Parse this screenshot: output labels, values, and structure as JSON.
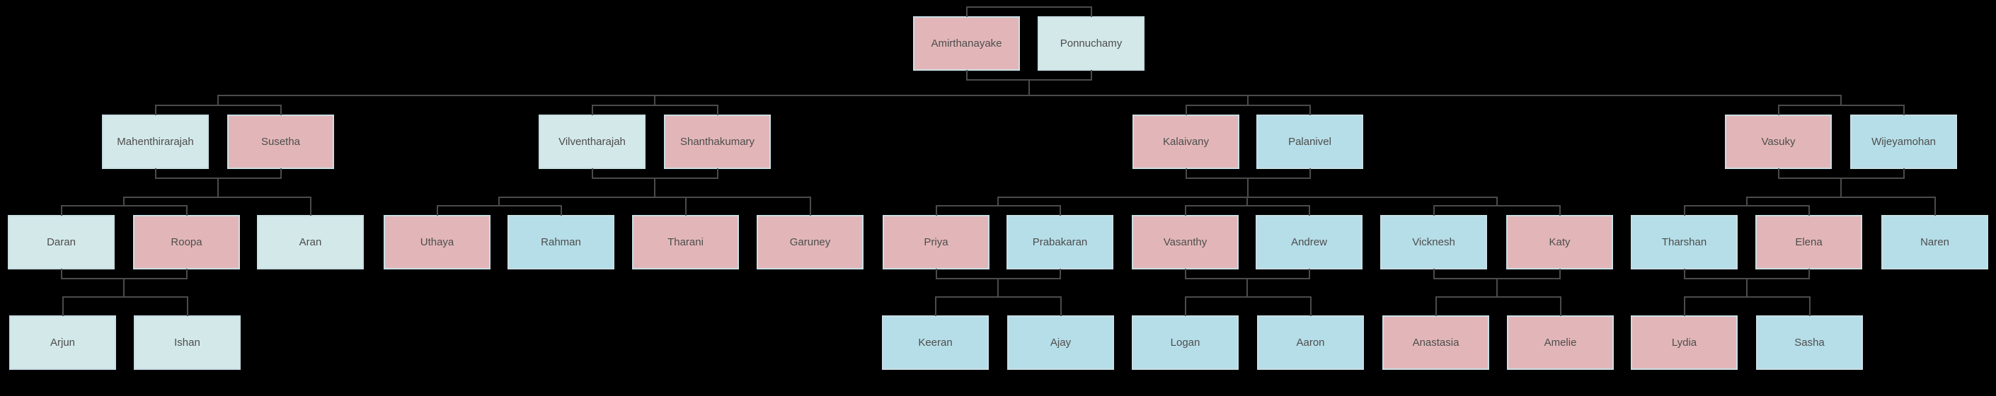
{
  "diagram": {
    "kind": "family-tree",
    "background": "#000000",
    "line_color": "#4b4b4b",
    "node_border_color": "#c9dee4",
    "node_text_color": "#4d4d4d",
    "node_colors": {
      "pink": "#e2b6b8",
      "blue": "#b6dee8",
      "pale_teal": "#d3e8e9"
    },
    "people": [
      {
        "id": "amirthanayake",
        "label": "Amirthanayake",
        "color": "pink"
      },
      {
        "id": "ponnuchamy",
        "label": "Ponnuchamy",
        "color": "pale_teal"
      },
      {
        "id": "mahenthirarajah",
        "label": "Mahenthirarajah",
        "color": "pale_teal"
      },
      {
        "id": "susetha",
        "label": "Susetha",
        "color": "pink"
      },
      {
        "id": "vilventharajah",
        "label": "Vilventharajah",
        "color": "pale_teal"
      },
      {
        "id": "shanthakumary",
        "label": "Shanthakumary",
        "color": "pink"
      },
      {
        "id": "kalaivany",
        "label": "Kalaivany",
        "color": "pink"
      },
      {
        "id": "palanivel",
        "label": "Palanivel",
        "color": "blue"
      },
      {
        "id": "vasuky",
        "label": "Vasuky",
        "color": "pink"
      },
      {
        "id": "wijeyamohan",
        "label": "Wijeyamohan",
        "color": "blue"
      },
      {
        "id": "daran",
        "label": "Daran",
        "color": "pale_teal"
      },
      {
        "id": "roopa",
        "label": "Roopa",
        "color": "pink"
      },
      {
        "id": "aran",
        "label": "Aran",
        "color": "pale_teal"
      },
      {
        "id": "uthaya",
        "label": "Uthaya",
        "color": "pink"
      },
      {
        "id": "rahman",
        "label": "Rahman",
        "color": "blue"
      },
      {
        "id": "tharani",
        "label": "Tharani",
        "color": "pink"
      },
      {
        "id": "garuney",
        "label": "Garuney",
        "color": "pink"
      },
      {
        "id": "priya",
        "label": "Priya",
        "color": "pink"
      },
      {
        "id": "prabakaran",
        "label": "Prabakaran",
        "color": "blue"
      },
      {
        "id": "vasanthy",
        "label": "Vasanthy",
        "color": "pink"
      },
      {
        "id": "andrew",
        "label": "Andrew",
        "color": "blue"
      },
      {
        "id": "vicknesh",
        "label": "Vicknesh",
        "color": "blue"
      },
      {
        "id": "katy",
        "label": "Katy",
        "color": "pink"
      },
      {
        "id": "tharshan",
        "label": "Tharshan",
        "color": "blue"
      },
      {
        "id": "elena",
        "label": "Elena",
        "color": "pink"
      },
      {
        "id": "naren",
        "label": "Naren",
        "color": "blue"
      },
      {
        "id": "arjun",
        "label": "Arjun",
        "color": "pale_teal"
      },
      {
        "id": "ishan",
        "label": "Ishan",
        "color": "pale_teal"
      },
      {
        "id": "keeran",
        "label": "Keeran",
        "color": "blue"
      },
      {
        "id": "ajay",
        "label": "Ajay",
        "color": "blue"
      },
      {
        "id": "logan",
        "label": "Logan",
        "color": "blue"
      },
      {
        "id": "aaron",
        "label": "Aaron",
        "color": "blue"
      },
      {
        "id": "anastasia",
        "label": "Anastasia",
        "color": "pink"
      },
      {
        "id": "amelie",
        "label": "Amelie",
        "color": "pink"
      },
      {
        "id": "lydia",
        "label": "Lydia",
        "color": "pink"
      },
      {
        "id": "sasha",
        "label": "Sasha",
        "color": "blue"
      }
    ],
    "unions": [
      {
        "id": "u_root",
        "partners": [
          "amirthanayake",
          "ponnuchamy"
        ]
      },
      {
        "id": "u_mahen",
        "partners": [
          "mahenthirarajah",
          "susetha"
        ]
      },
      {
        "id": "u_vilven",
        "partners": [
          "vilventharajah",
          "shanthakumary"
        ]
      },
      {
        "id": "u_kalai",
        "partners": [
          "kalaivany",
          "palanivel"
        ]
      },
      {
        "id": "u_vasuky",
        "partners": [
          "vasuky",
          "wijeyamohan"
        ]
      },
      {
        "id": "u_daran",
        "partners": [
          "daran",
          "roopa"
        ]
      },
      {
        "id": "u_uthaya",
        "partners": [
          "uthaya",
          "rahman"
        ]
      },
      {
        "id": "u_priya",
        "partners": [
          "priya",
          "prabakaran"
        ]
      },
      {
        "id": "u_vasanthy",
        "partners": [
          "vasanthy",
          "andrew"
        ]
      },
      {
        "id": "u_vicknesh",
        "partners": [
          "vicknesh",
          "katy"
        ]
      },
      {
        "id": "u_tharshan",
        "partners": [
          "tharshan",
          "elena"
        ]
      }
    ],
    "descents": [
      {
        "from": "u_root",
        "to": [
          "u_mahen",
          "u_vilven",
          "u_kalai",
          "u_vasuky"
        ]
      },
      {
        "from": "u_mahen",
        "to": [
          "u_daran",
          "aran"
        ]
      },
      {
        "from": "u_vilven",
        "to": [
          "u_uthaya",
          "tharani",
          "garuney"
        ]
      },
      {
        "from": "u_kalai",
        "to": [
          "u_priya",
          "u_vasanthy",
          "u_vicknesh"
        ]
      },
      {
        "from": "u_vasuky",
        "to": [
          "u_tharshan",
          "naren"
        ]
      },
      {
        "from": "u_daran",
        "to": [
          "arjun",
          "ishan"
        ]
      },
      {
        "from": "u_priya",
        "to": [
          "keeran",
          "ajay"
        ]
      },
      {
        "from": "u_vasanthy",
        "to": [
          "logan",
          "aaron"
        ]
      },
      {
        "from": "u_vicknesh",
        "to": [
          "anastasia",
          "amelie"
        ]
      },
      {
        "from": "u_tharshan",
        "to": [
          "lydia",
          "sasha"
        ]
      }
    ]
  }
}
